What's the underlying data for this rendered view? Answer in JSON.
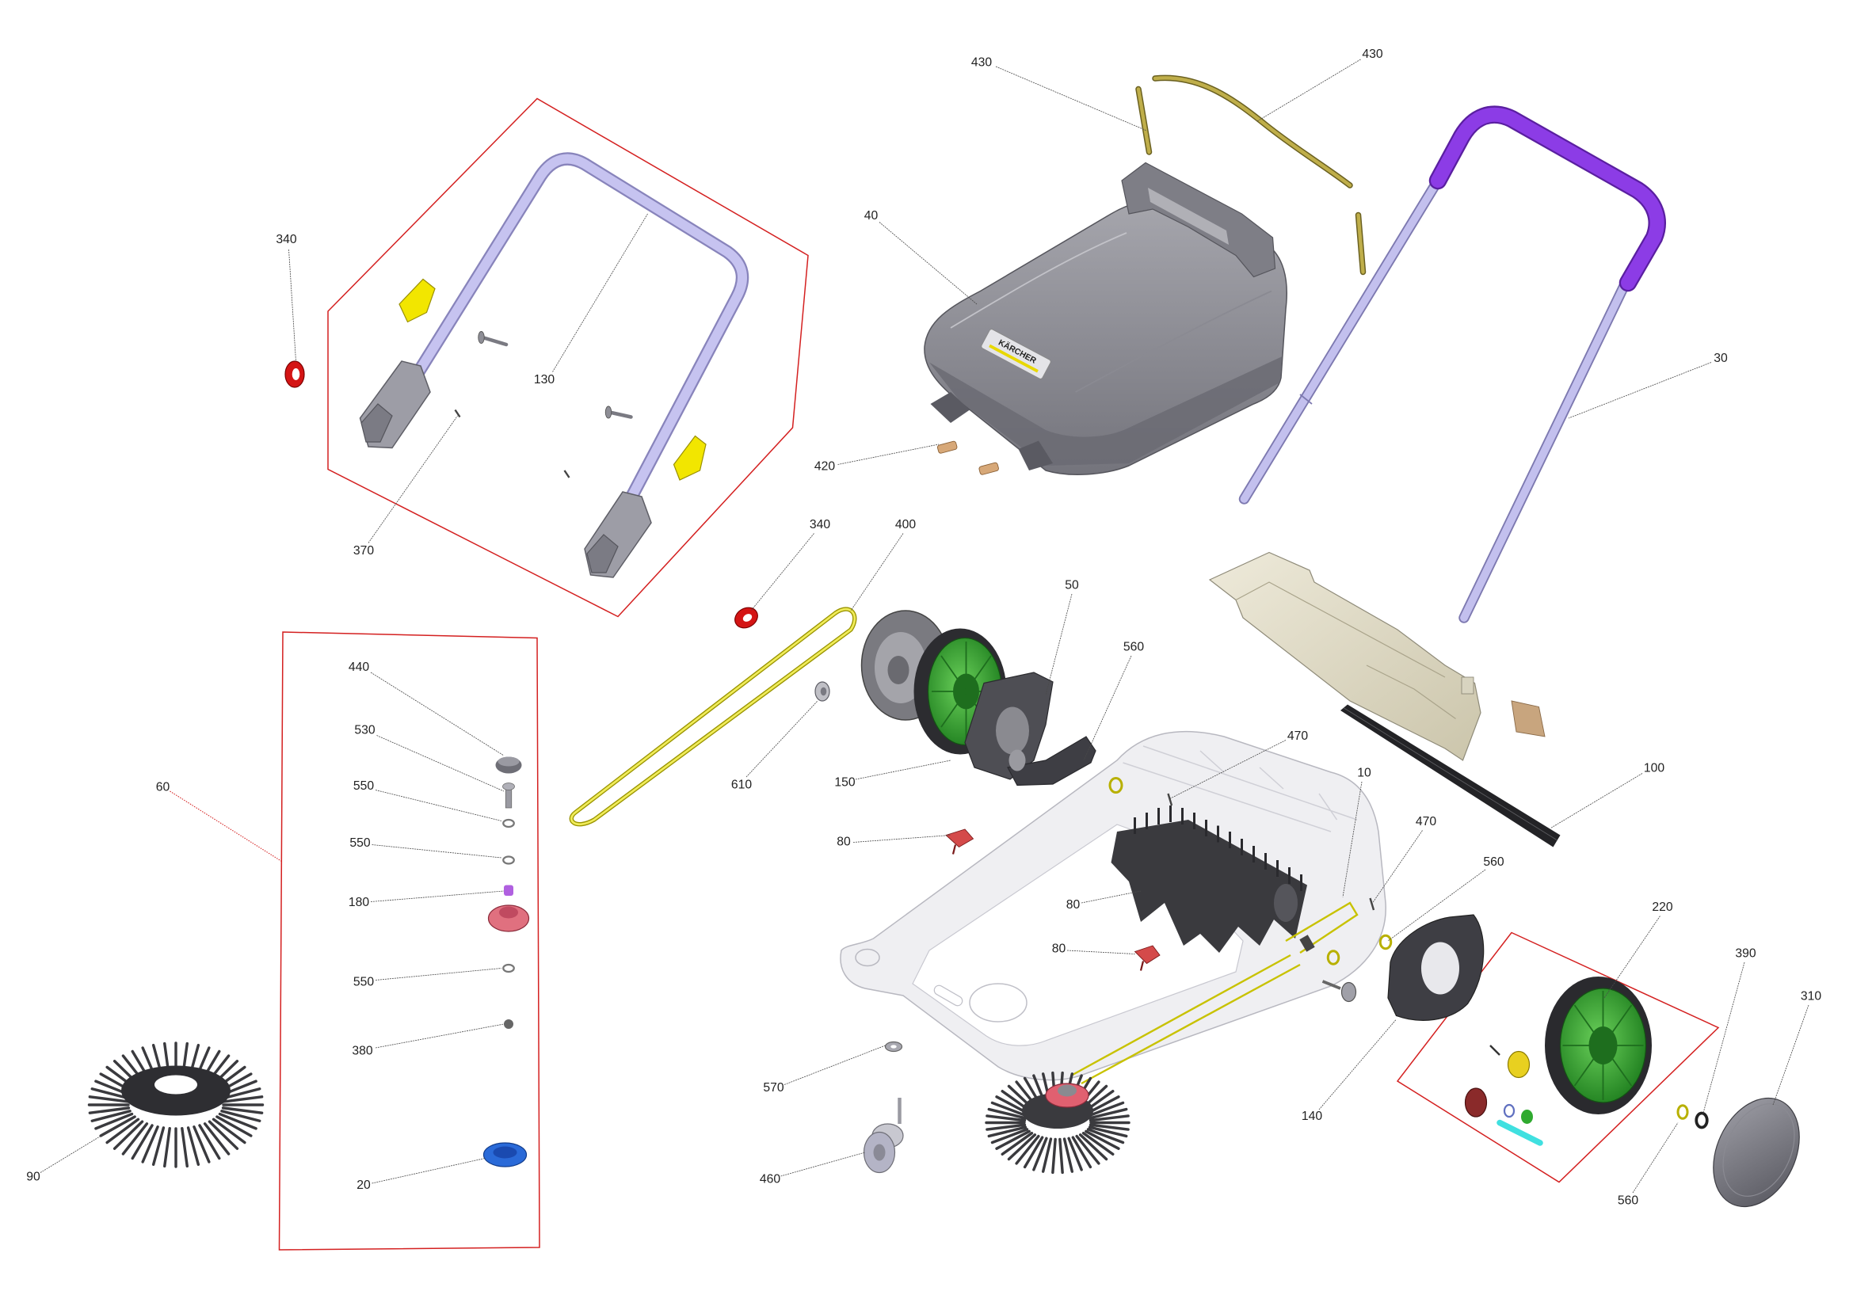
{
  "brand_badge": "KÄRCHER",
  "callouts": [
    "430",
    "430",
    "40",
    "340",
    "130",
    "370",
    "420",
    "30",
    "340",
    "400",
    "50",
    "560",
    "440",
    "530",
    "550",
    "550",
    "180",
    "550",
    "380",
    "20",
    "60",
    "90",
    "610",
    "150",
    "470",
    "10",
    "100",
    "470",
    "560",
    "220",
    "390",
    "310",
    "80",
    "80",
    "80",
    "570",
    "460",
    "140",
    "560"
  ],
  "colors": {
    "group_outline": "#d42020",
    "leader_line": "#4a4a4a",
    "handle_grip": "#8c3ce6",
    "handle_tube": "#c3c0ee",
    "wheel_green": "#2f9e2f"
  }
}
